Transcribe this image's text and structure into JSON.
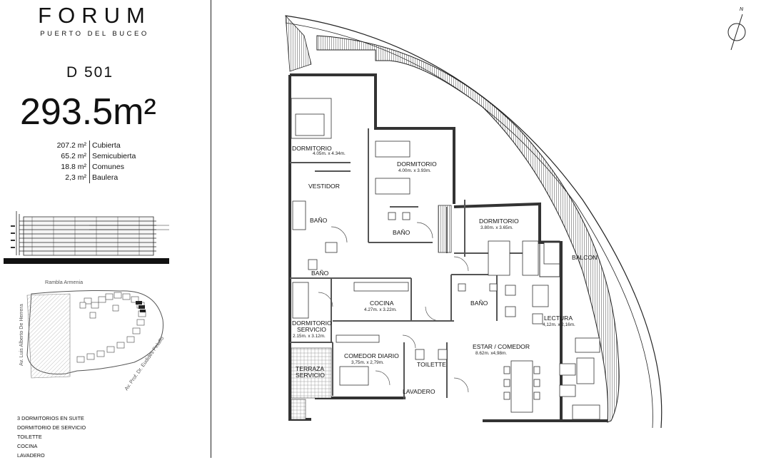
{
  "brand": {
    "name": "FORUM",
    "subtitle": "PUERTO DEL BUCEO"
  },
  "unit": {
    "code": "D 501",
    "total_area": "293.5m²"
  },
  "areas": [
    {
      "value": "207.2 m²",
      "label": "Cubierta"
    },
    {
      "value": "65.2 m²",
      "label": "Semicubierta"
    },
    {
      "value": "18.8 m²",
      "label": "Comunes"
    },
    {
      "value": "2,3 m²",
      "label": "Baulera"
    }
  ],
  "site_map": {
    "streets": [
      "Rambla Armenia",
      "Av. Luis Alberto De Herrera",
      "Av. Prof. Dr. Eudides Peluffo"
    ]
  },
  "features": [
    "3 DORMITORIOS EN SUITE",
    "DORMITORIO DE SERVICIO",
    "TOILETTE",
    "COCINA",
    "LAVADERO"
  ],
  "compass": {
    "label": "N"
  },
  "rooms": {
    "dorm1": {
      "name": "DORMITORIO",
      "dims": "4.05m. x 4.34m."
    },
    "dorm2": {
      "name": "DORMITORIO",
      "dims": "4.00m. x 3.93m."
    },
    "dorm3": {
      "name": "DORMITORIO",
      "dims": "3.80m. x 3.65m."
    },
    "vestidor": {
      "name": "VESTIDOR"
    },
    "bano1": {
      "name": "BAÑO"
    },
    "bano2": {
      "name": "BAÑO"
    },
    "bano3": {
      "name": "BAÑO"
    },
    "bano4": {
      "name": "BAÑO"
    },
    "balcon": {
      "name": "BALCON"
    },
    "cocina": {
      "name": "COCINA",
      "dims": "4.27m. x 3.22m."
    },
    "lectura": {
      "name": "LECTURA",
      "dims": "4,12m. x 2,16m."
    },
    "dorm_servicio": {
      "name_1": "DORMITORIO",
      "name_2": "SERVICIO",
      "dims": "2.15m. x 3.12m."
    },
    "comedor_diario": {
      "name": "COMEDOR DIARIO",
      "dims": "3,75m. x 2,79m."
    },
    "estar": {
      "name": "ESTAR / COMEDOR",
      "dims": "8.62m. x4,98m."
    },
    "toilette": {
      "name": "TOILETTE"
    },
    "terraza": {
      "name_1": "TERRAZA",
      "name_2": "SERVICIO"
    },
    "lavadero": {
      "name": "LAVADERO"
    }
  }
}
